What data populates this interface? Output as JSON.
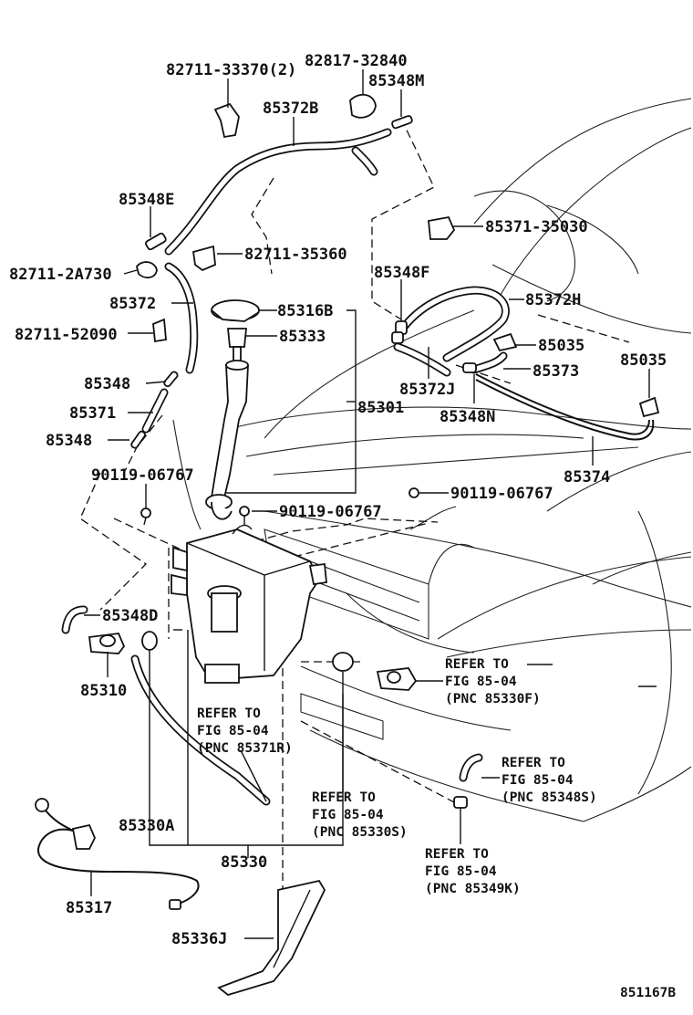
{
  "labels": [
    {
      "id": "p82711_33370",
      "text": "82711-33370(2)"
    },
    {
      "id": "p82817_32840",
      "text": "82817-32840"
    },
    {
      "id": "p85348M",
      "text": "85348M"
    },
    {
      "id": "p85372B",
      "text": "85372B"
    },
    {
      "id": "p85348E",
      "text": "85348E"
    },
    {
      "id": "p85371_35030",
      "text": "85371-35030"
    },
    {
      "id": "p82711_35360",
      "text": "82711-35360"
    },
    {
      "id": "p82711_2A730",
      "text": "82711-2A730"
    },
    {
      "id": "p85348F",
      "text": "85348F"
    },
    {
      "id": "p85372",
      "text": "85372"
    },
    {
      "id": "p85316B",
      "text": "85316B"
    },
    {
      "id": "p85372H",
      "text": "85372H"
    },
    {
      "id": "p82711_52090",
      "text": "82711-52090"
    },
    {
      "id": "p85333",
      "text": "85333"
    },
    {
      "id": "p85035a",
      "text": "85035"
    },
    {
      "id": "p85035b",
      "text": "85035"
    },
    {
      "id": "p85373",
      "text": "85373"
    },
    {
      "id": "p85348a",
      "text": "85348"
    },
    {
      "id": "p85372J",
      "text": "85372J"
    },
    {
      "id": "p85301",
      "text": "85301"
    },
    {
      "id": "p85371",
      "text": "85371"
    },
    {
      "id": "p85348N",
      "text": "85348N"
    },
    {
      "id": "p85348b",
      "text": "85348"
    },
    {
      "id": "p85374",
      "text": "85374"
    },
    {
      "id": "p90119_a",
      "text": "90119-06767"
    },
    {
      "id": "p90119_b",
      "text": "90119-06767"
    },
    {
      "id": "p90119_c",
      "text": "90119-06767"
    },
    {
      "id": "p85348D",
      "text": "85348D"
    },
    {
      "id": "p85310",
      "text": "85310"
    },
    {
      "id": "p85330A",
      "text": "85330A"
    },
    {
      "id": "p85330",
      "text": "85330"
    },
    {
      "id": "p85317",
      "text": "85317"
    },
    {
      "id": "p85336J",
      "text": "85336J"
    },
    {
      "id": "fig",
      "text": "851167B"
    }
  ],
  "refers": [
    {
      "id": "r85330F",
      "lines": [
        "REFER TO",
        "FIG 85-04",
        "(PNC 85330F)"
      ]
    },
    {
      "id": "r85371R",
      "lines": [
        "REFER TO",
        "FIG 85-04",
        "(PNC 85371R)"
      ]
    },
    {
      "id": "r85348S",
      "lines": [
        "REFER TO",
        "FIG 85-04",
        "(PNC 85348S)"
      ]
    },
    {
      "id": "r85330S",
      "lines": [
        "REFER TO",
        "FIG 85-04",
        "(PNC 85330S)"
      ]
    },
    {
      "id": "r85349K",
      "lines": [
        "REFER TO",
        "FIG 85-04",
        "(PNC 85349K)"
      ]
    }
  ]
}
